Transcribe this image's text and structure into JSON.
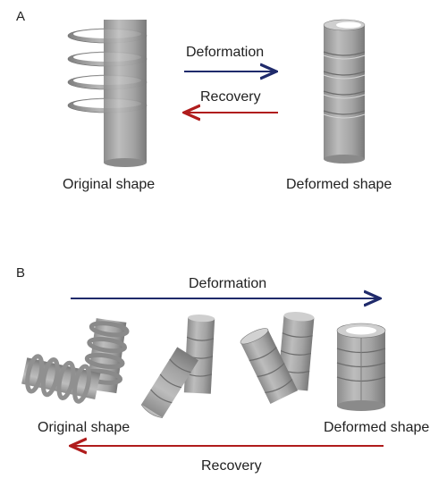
{
  "panelA": {
    "panel_label": "A",
    "deformation_label": "Deformation",
    "recovery_label": "Recovery",
    "original_label": "Original shape",
    "deformed_label": "Deformed shape"
  },
  "panelB": {
    "panel_label": "B",
    "deformation_label": "Deformation",
    "recovery_label": "Recovery",
    "original_label": "Original shape",
    "deformed_label": "Deformed shape"
  },
  "colors": {
    "deformation_arrow": "#1f2a6b",
    "recovery_arrow": "#b01c1c",
    "shape_fill": "#9a9a9a",
    "shape_light": "#c4c4c4",
    "shape_dark": "#6e6e6e"
  }
}
